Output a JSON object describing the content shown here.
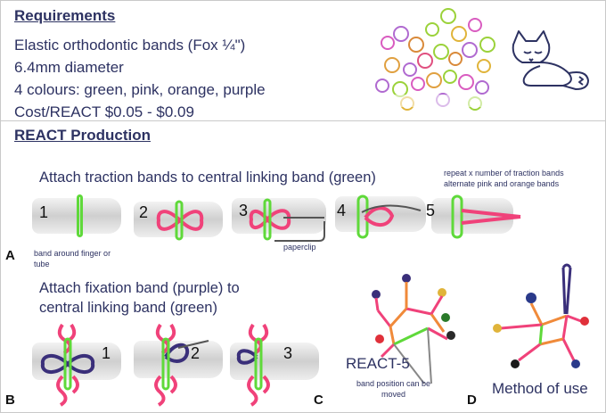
{
  "requirements": {
    "heading": "Requirements",
    "lines": [
      "Elastic orthodontic bands (Fox ¼\")",
      "6.4mm diameter",
      "4 colours: green, pink, orange, purple",
      "Cost/REACT $0.05 - $0.09"
    ]
  },
  "production": {
    "heading": "REACT Production",
    "panel_a": {
      "letter": "A",
      "title": "Attach traction bands to central linking band (green)",
      "note_line1": "repeat x number of traction bands",
      "note_line2": "alternate pink and orange bands",
      "steps": [
        "1",
        "2",
        "3",
        "4",
        "5"
      ],
      "caption_band_line1": "band around finger or",
      "caption_band_line2": "tube",
      "caption_paperclip": "paperclip"
    },
    "panel_b": {
      "letter": "B",
      "title_line1": "Attach fixation band (purple) to",
      "title_line2": "central linking band (green)",
      "steps": [
        "1",
        "2",
        "3"
      ]
    },
    "panel_c": {
      "letter": "C",
      "label": "REACT-5",
      "caption_line1": "band position can be",
      "caption_line2": "moved"
    },
    "panel_d": {
      "letter": "D",
      "label": "Method of use"
    }
  },
  "colors": {
    "green": "#5fd93a",
    "pink": "#f0427a",
    "orange": "#f08a3a",
    "purple": "#3a2f7a",
    "text": "#2d3262"
  }
}
